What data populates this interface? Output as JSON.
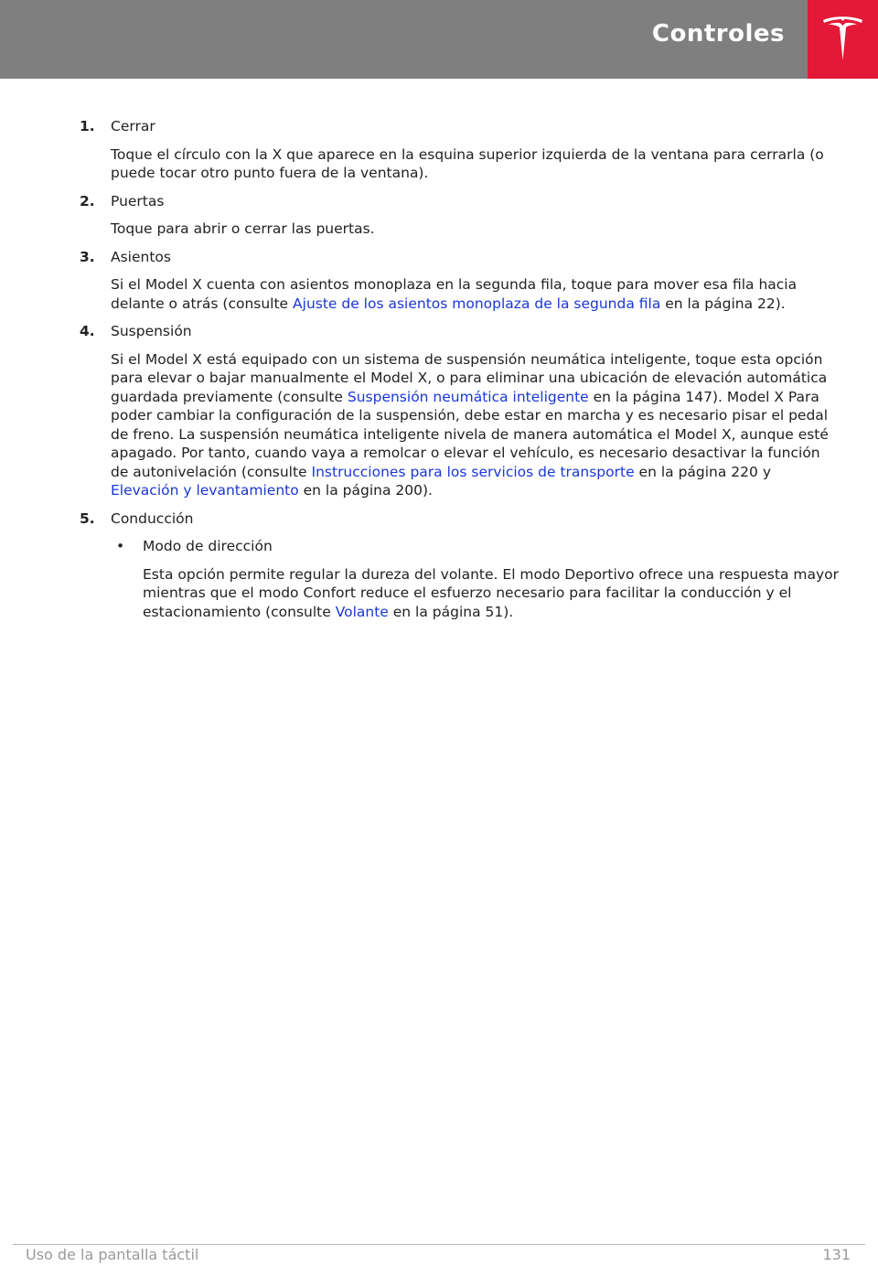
{
  "header": {
    "title": "Controles",
    "brand_color": "#e31937",
    "bar_color": "#7f7f7f",
    "logo_icon": "tesla-logo-icon"
  },
  "items": [
    {
      "number": "1.",
      "title": "Cerrar",
      "desc": [
        {
          "text": "Toque el círculo con la X que aparece en la esquina superior izquierda de la ventana para cerrarla (o puede tocar otro punto fuera de la ventana)."
        }
      ]
    },
    {
      "number": "2.",
      "title": "Puertas",
      "desc": [
        {
          "text": "Toque para abrir o cerrar las puertas."
        }
      ]
    },
    {
      "number": "3.",
      "title": "Asientos",
      "desc": [
        {
          "text": "Si el Model X cuenta con asientos monoplaza en la segunda fila, toque para mover esa fila hacia delante o atrás (consulte "
        },
        {
          "text": "Ajuste de los asientos monoplaza de la segunda fila",
          "link": true
        },
        {
          "text": " en la página 22)."
        }
      ]
    },
    {
      "number": "4.",
      "title": "Suspensión",
      "desc": [
        {
          "text": "Si el Model X está equipado con un sistema de suspensión neumática inteligente, toque esta opción para elevar o bajar manualmente el Model X, o para eliminar una ubicación de elevación automática guardada previamente (consulte "
        },
        {
          "text": "Suspensión neumática inteligente",
          "link": true
        },
        {
          "text": " en la página 147). Model X Para poder cambiar la configuración de la suspensión, debe estar en marcha y es necesario pisar el pedal de freno. La suspensión neumática inteligente nivela de manera automática el Model X, aunque esté apagado. Por tanto, cuando vaya a remolcar o elevar el vehículo, es necesario desactivar la función de autonivelación (consulte "
        },
        {
          "text": "Instrucciones para los servicios de transporte",
          "link": true
        },
        {
          "text": " en la página 220 y "
        },
        {
          "text": "Elevación y levantamiento",
          "link": true
        },
        {
          "text": " en la página 200)."
        }
      ]
    },
    {
      "number": "5.",
      "title": "Conducción",
      "desc": [],
      "subitems": [
        {
          "bullet": "•",
          "title": "Modo de dirección",
          "desc": [
            {
              "text": "Esta opción permite regular la dureza del volante. El modo Deportivo ofrece una respuesta mayor mientras que el modo Confort reduce el esfuerzo necesario para facilitar la conducción y el estacionamiento (consulte "
            },
            {
              "text": "Volante",
              "link": true
            },
            {
              "text": " en la página 51)."
            }
          ]
        }
      ]
    }
  ],
  "footer": {
    "section": "Uso de la pantalla táctil",
    "page_number": "131"
  },
  "colors": {
    "link": "#1a37d6",
    "footer_text": "#9a9a9a"
  }
}
